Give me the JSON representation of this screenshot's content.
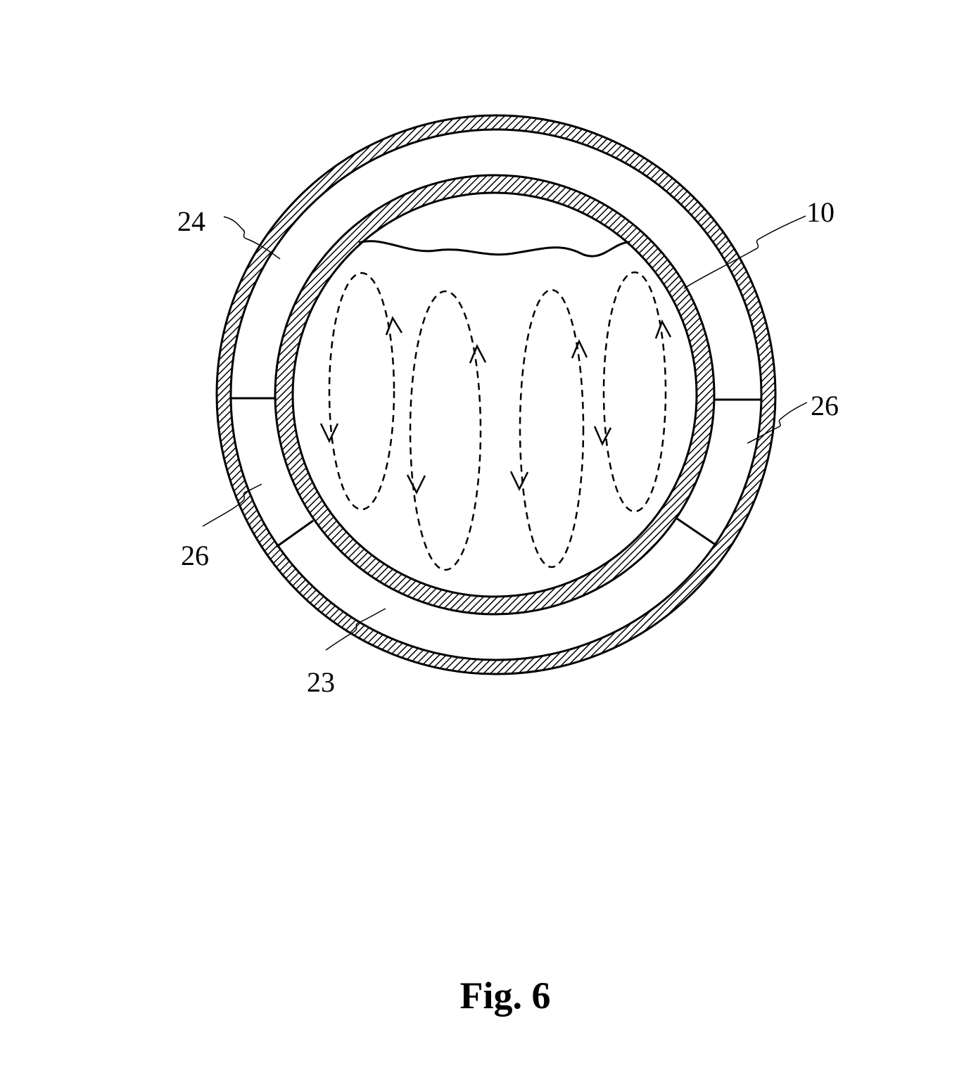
{
  "figure": {
    "caption": "Fig. 6",
    "labels": {
      "outer_top_left": "24",
      "inner_vessel": "10",
      "support_right": "26",
      "support_left": "26",
      "outer_bottom": "23"
    }
  },
  "colors": {
    "line": "#000000",
    "background": "#ffffff"
  }
}
